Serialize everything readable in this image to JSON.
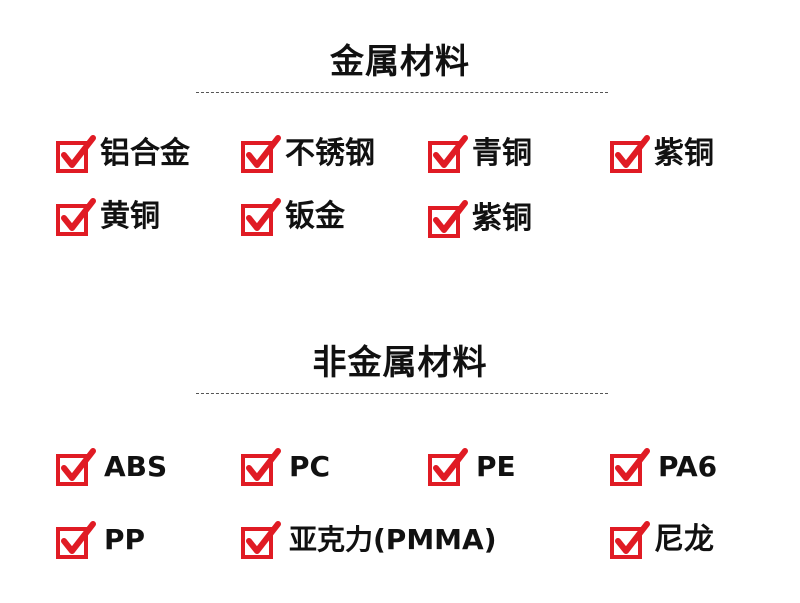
{
  "colors": {
    "check": "#e01b24",
    "text": "#111111"
  },
  "sections": [
    {
      "title": "金属材料",
      "items": [
        {
          "label": "铝合金",
          "icon": "checkbox-checked-icon"
        },
        {
          "label": "不锈钢",
          "icon": "checkbox-checked-icon"
        },
        {
          "label": "青铜",
          "icon": "checkbox-checked-icon"
        },
        {
          "label": "紫铜",
          "icon": "checkbox-checked-icon"
        },
        {
          "label": "黄铜",
          "icon": "checkbox-checked-icon"
        },
        {
          "label": "钣金",
          "icon": "checkbox-checked-icon"
        },
        {
          "label": "紫铜",
          "icon": "checkbox-checked-icon"
        }
      ]
    },
    {
      "title": "非金属材料",
      "items": [
        {
          "label": "ABS",
          "icon": "checkbox-checked-icon"
        },
        {
          "label": "PC",
          "icon": "checkbox-checked-icon"
        },
        {
          "label": "PE",
          "icon": "checkbox-checked-icon"
        },
        {
          "label": "PA6",
          "icon": "checkbox-checked-icon"
        },
        {
          "label": "PP",
          "icon": "checkbox-checked-icon"
        },
        {
          "label": "亚克力(PMMA)",
          "icon": "checkbox-checked-icon"
        },
        {
          "label": "尼龙",
          "icon": "checkbox-checked-icon"
        }
      ]
    }
  ]
}
